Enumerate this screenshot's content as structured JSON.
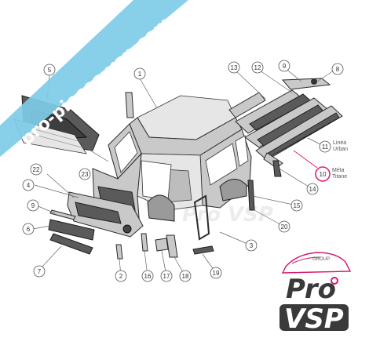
{
  "watermark": {
    "text": "pro-pieces-vsp.com",
    "color": "#7ecbe8"
  },
  "callouts": [
    "1",
    "2",
    "3",
    "4",
    "5",
    "6",
    "7",
    "8",
    "9",
    "9",
    "10",
    "11",
    "12",
    "13",
    "14",
    "15",
    "16",
    "17",
    "18",
    "19",
    "20",
    "22",
    "23"
  ],
  "notes": {
    "line11_a": "Linéa",
    "line11_b": "Urban",
    "line10_a": "Méta",
    "line10_b": "Titane"
  },
  "highlight_color": "#e0207a",
  "faint_watermark": "Pro VSP",
  "logo": {
    "group": "GROUP",
    "pro": "Pro",
    "vsp": "VSP",
    "accent": "#d6186f"
  }
}
